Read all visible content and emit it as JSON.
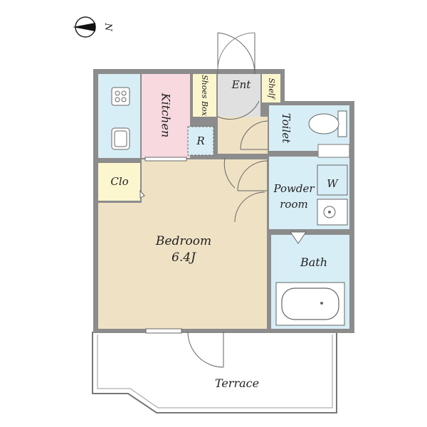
{
  "compass": {
    "label": "N"
  },
  "rooms": {
    "kitchen": {
      "label": "Kitchen",
      "fridge": "R"
    },
    "shoes_box": {
      "label": "Shoes Box"
    },
    "entrance": {
      "label": "Ent"
    },
    "shelf": {
      "label": "Shelf"
    },
    "toilet": {
      "label": "Toilet"
    },
    "closet": {
      "label": "Clo"
    },
    "powder_room": {
      "label_line1": "Powder",
      "label_line2": "room",
      "washer": "W"
    },
    "bedroom": {
      "label": "Bedroom",
      "size": "6.4J"
    },
    "bath": {
      "label": "Bath"
    },
    "terrace": {
      "label": "Terrace"
    }
  },
  "colors": {
    "wall": "#8c8c8c",
    "kitchen_pink": "#f8d9e0",
    "wet_blue": "#d8eef6",
    "storage_yellow": "#fcf6cf",
    "floor_beige": "#efe2c4",
    "entrance_gray": "#e0e0e0"
  }
}
